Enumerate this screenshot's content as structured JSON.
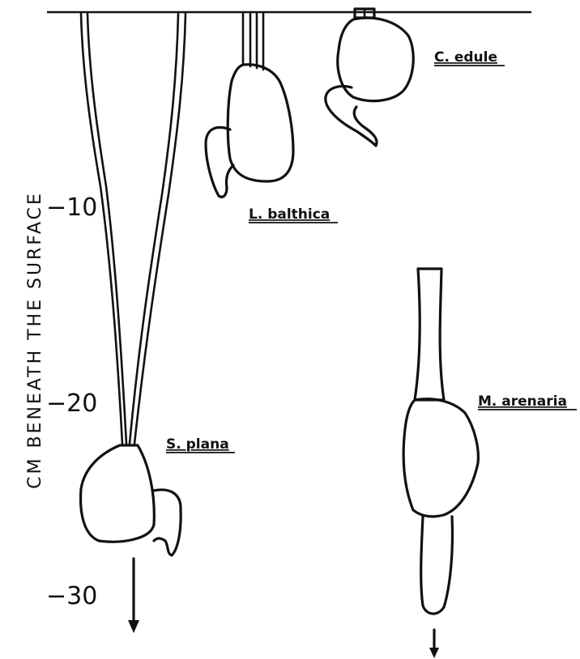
{
  "axis": {
    "title": "CM BENEATH THE SURFACE",
    "ticks": [
      "−10",
      "−20",
      "−30"
    ]
  },
  "species": {
    "c_edule": "C. edule",
    "l_balthica": "L. balthica",
    "s_plana": "S. plana",
    "m_arenaria": "M. arenaria"
  }
}
